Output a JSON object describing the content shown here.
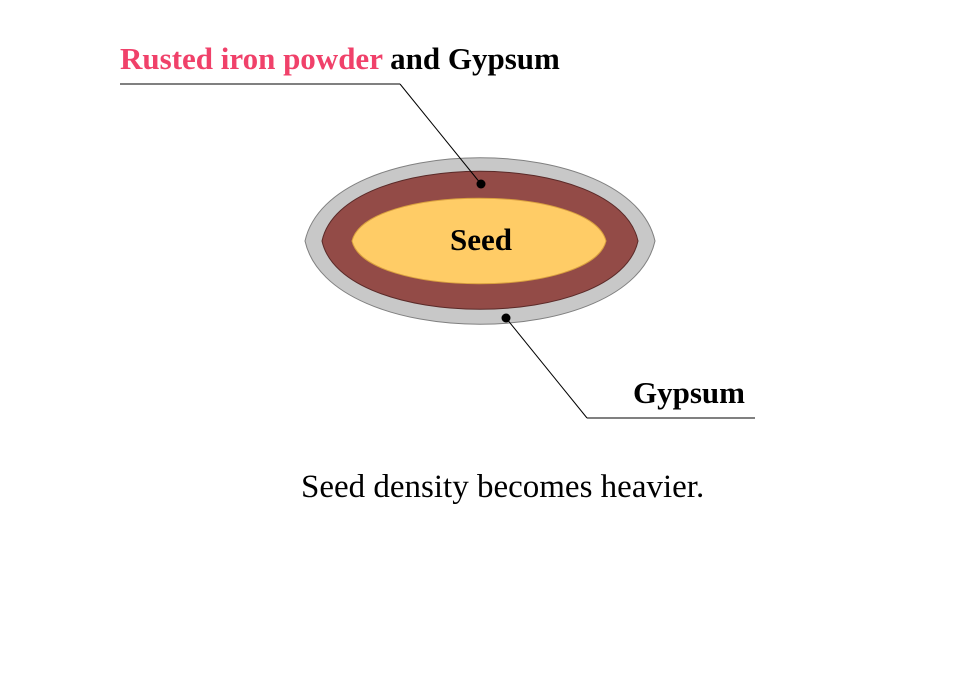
{
  "diagram": {
    "top_label": {
      "highlight": "Rusted iron powder",
      "rest": " and Gypsum"
    },
    "center_label": "Seed",
    "bottom_label": "Gypsum",
    "caption": "Seed density becomes heavier."
  },
  "colors": {
    "highlight_text": "#f0416a",
    "outer_layer": "#c8c8c8",
    "middle_layer": "#934b47",
    "seed": "#ffcc66",
    "text": "#000000",
    "line": "#000000"
  }
}
